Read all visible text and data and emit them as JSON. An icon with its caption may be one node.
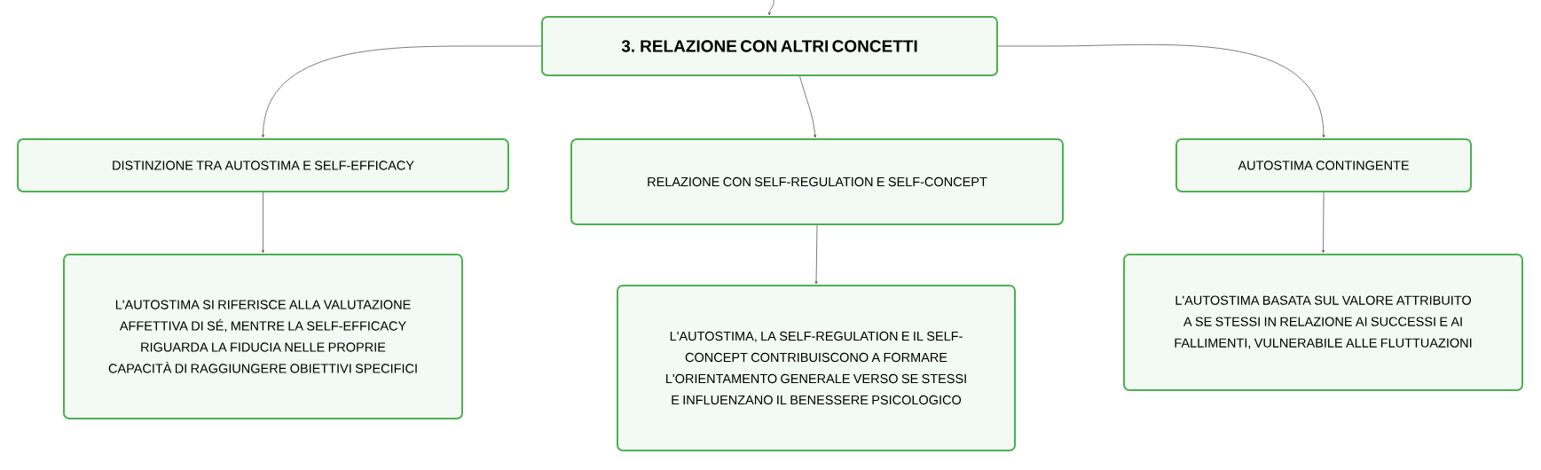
{
  "diagram": {
    "nodes": [
      {
        "text": [
          "3. RELAZIONE CON ALTRI CONCETTI"
        ]
      },
      {
        "text": [
          "DISTINZIONE TRA AUTOSTIMA E SELF-EFFICACY"
        ]
      },
      {
        "text": [
          "RELAZIONE CON SELF-REGULATION E SELF-CONCEPT"
        ]
      },
      {
        "text": [
          "AUTOSTIMA CONTINGENTE"
        ]
      },
      {
        "text": [
          "L'AUTOSTIMA SI RIFERISCE ALLA VALUTAZIONE AFFETTIVA DI SÉ, MENTRE LA SELF-EFFICACY RIGUARDA LA FIDUCIA NELLE PROPRIE CAPACITÀ DI RAGGIUNGERE OBIETTIVI SPECIFICI"
        ]
      },
      {
        "text": [
          "L'AUTOSTIMA, LA SELF-REGULATION E IL SELF-CONCEPT CONTRIBUISCONO A FORMARE L'ORIENTAMENTO GENERALE VERSO SE STESSI E INFLUENZANO IL BENESSERE PSICOLOGICO"
        ]
      },
      {
        "text": [
          "L'AUTOSTIMA BASATA SUL VALORE ATTRIBUITO A SE STESSI IN RELAZIONE AI SUCCESSI E AI FALLIMENTI, VULNERABILE ALLE FLUTTUAZIONI"
        ]
      }
    ],
    "edges": [
      {
        "from": null,
        "to": 0,
        "arrow": "to"
      },
      {
        "from": 0,
        "to": 1,
        "arrow": "to"
      },
      {
        "from": 0,
        "to": 2,
        "arrow": "to"
      },
      {
        "from": 0,
        "to": 3,
        "arrow": "to"
      },
      {
        "from": 1,
        "to": 4,
        "arrow": "to"
      },
      {
        "from": 2,
        "to": 5,
        "arrow": "to"
      },
      {
        "from": 3,
        "to": 6,
        "arrow": "to"
      }
    ]
  }
}
